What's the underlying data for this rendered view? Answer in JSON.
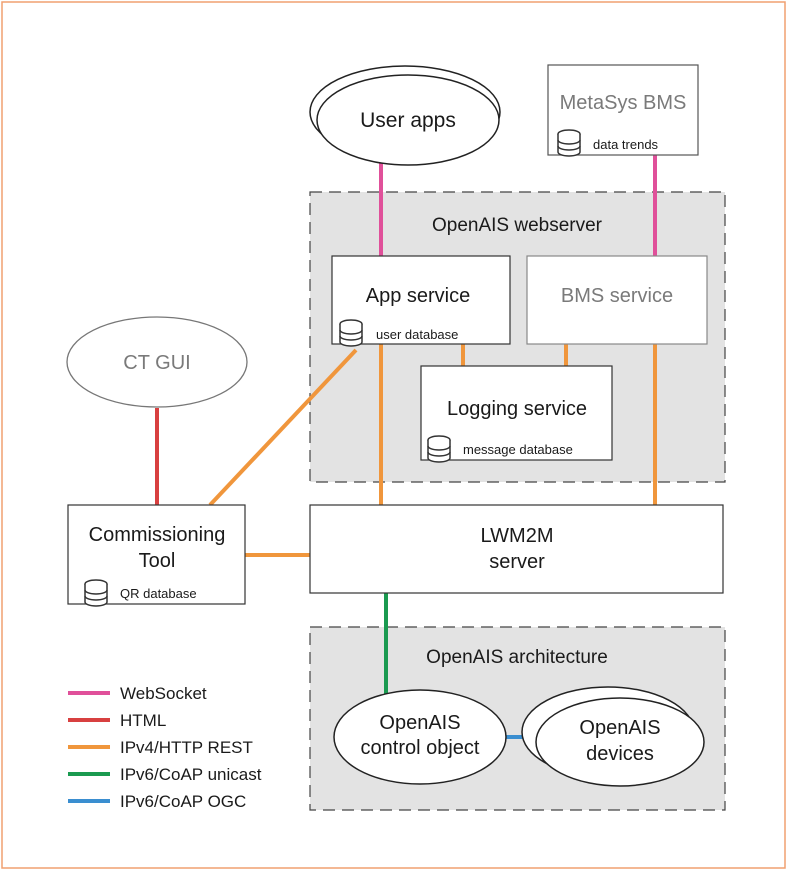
{
  "colors": {
    "frame_border": "#f0a070",
    "zone_fill": "#e3e3e3",
    "box_stroke": "#333333",
    "grey_text": "#7a7a7a",
    "websocket": "#e0509a",
    "html": "#d84040",
    "ipv4_rest": "#f0963c",
    "ipv6_unicast": "#1a9a50",
    "ipv6_ogc": "#3a8ed0"
  },
  "zones": {
    "webserver_label": "OpenAIS webserver",
    "architecture_label": "OpenAIS architecture"
  },
  "nodes": {
    "user_apps": "User apps",
    "metasys_title": "MetaSys BMS",
    "metasys_db": "data trends",
    "app_service_title": "App service",
    "app_service_db": "user database",
    "bms_service_title": "BMS service",
    "logging_title": "Logging service",
    "logging_db": "message database",
    "ct_gui": "CT GUI",
    "commissioning_line1": "Commissioning",
    "commissioning_line2": "Tool",
    "commissioning_db": "QR database",
    "lwm2m_line1": "LWM2M",
    "lwm2m_line2": "server",
    "control_line1": "OpenAIS",
    "control_line2": "control object",
    "devices_line1": "OpenAIS",
    "devices_line2": "devices"
  },
  "legend": [
    {
      "label": "WebSocket",
      "color_key": "websocket"
    },
    {
      "label": "HTML",
      "color_key": "html"
    },
    {
      "label": "IPv4/HTTP REST",
      "color_key": "ipv4_rest"
    },
    {
      "label": "IPv6/CoAP unicast",
      "color_key": "ipv6_unicast"
    },
    {
      "label": "IPv6/CoAP OGC",
      "color_key": "ipv6_ogc"
    }
  ]
}
